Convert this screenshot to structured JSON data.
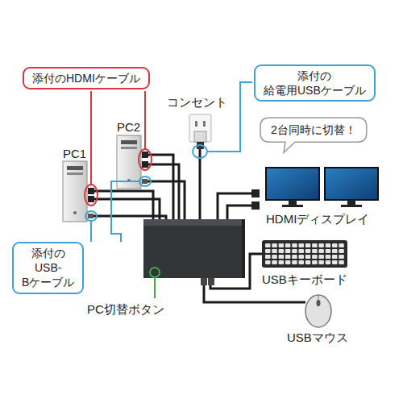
{
  "diagram": {
    "nodes": [
      {
        "text": [
          "添付のHDMIケーブル"
        ]
      },
      {
        "text": [
          "添付の 給電用USBケーブル"
        ]
      },
      {
        "text": [
          "2台同時に切替！"
        ]
      },
      {
        "text": [
          "添付の USB-Bケーブル"
        ]
      }
    ],
    "labels": [
      "PC2",
      "PC1",
      "コンセント",
      "HDMIディスプレイ",
      "USBキーボード",
      "PC切替ボタン",
      "USBマウス"
    ]
  }
}
